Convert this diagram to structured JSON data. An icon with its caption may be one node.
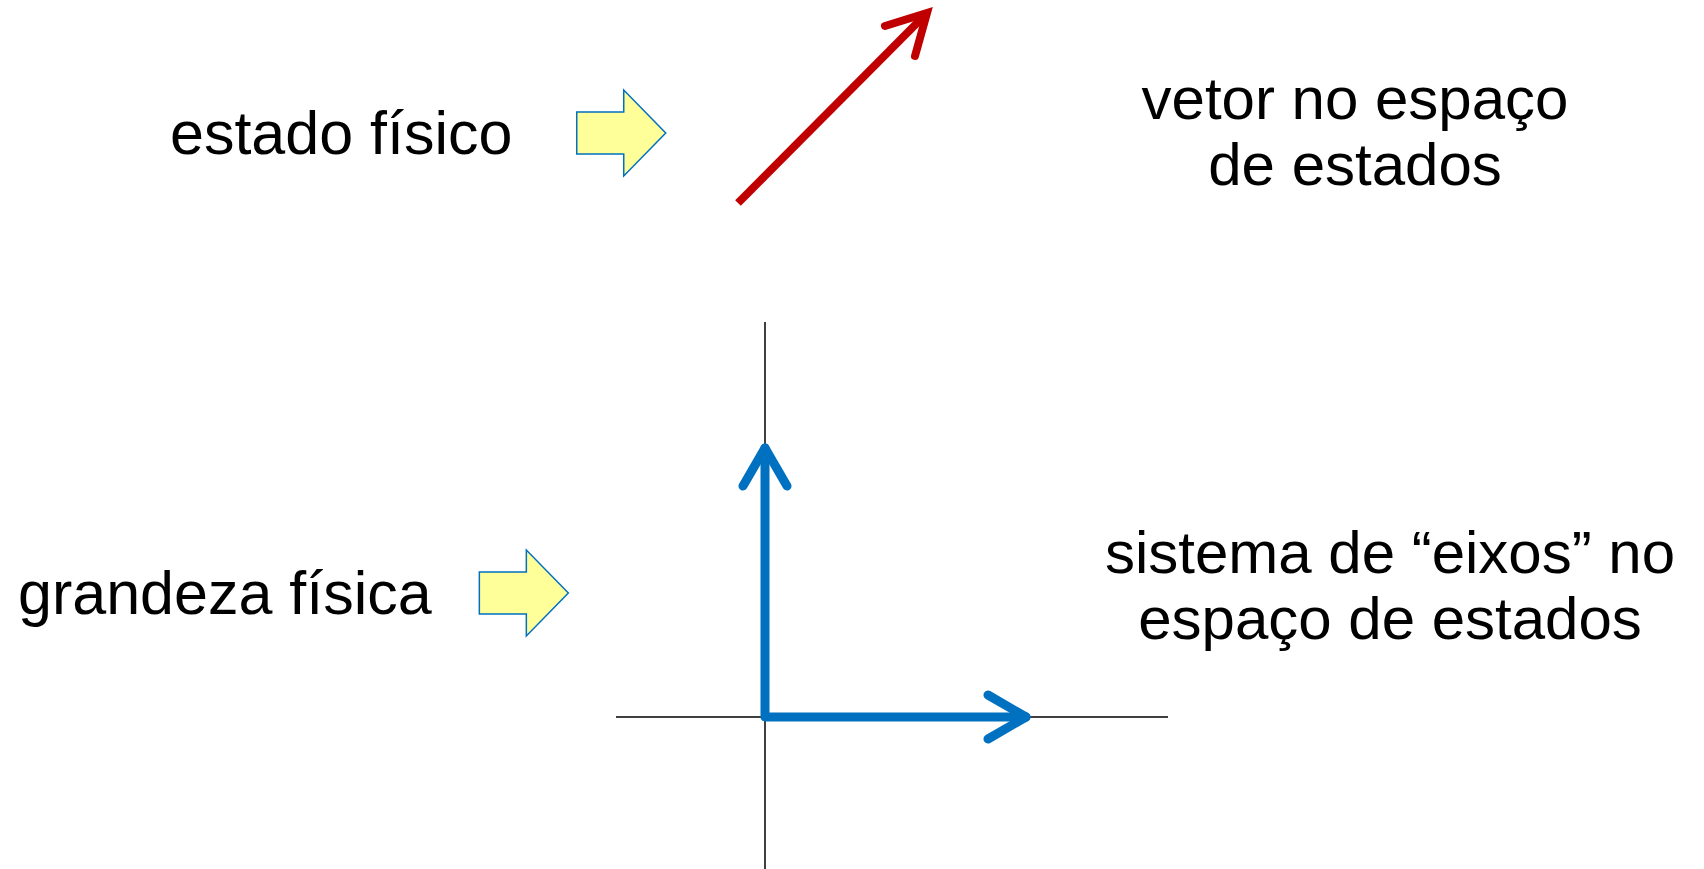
{
  "diagram": {
    "nodes": [
      {
        "text": [
          "estado físico"
        ]
      },
      {
        "text": [],
        "shape": "picture",
        "beside": [
          "vetor no espaço de estados"
        ]
      },
      {
        "text": [
          "grandeza física"
        ]
      },
      {
        "text": [],
        "shape": "picture",
        "beside": [
          "sistema de “eixos” no espaço de estados"
        ]
      }
    ],
    "edges": [
      {
        "from": 0,
        "to": 1,
        "arrow": "to"
      },
      {
        "from": 2,
        "to": 3,
        "arrow": "to"
      }
    ]
  }
}
